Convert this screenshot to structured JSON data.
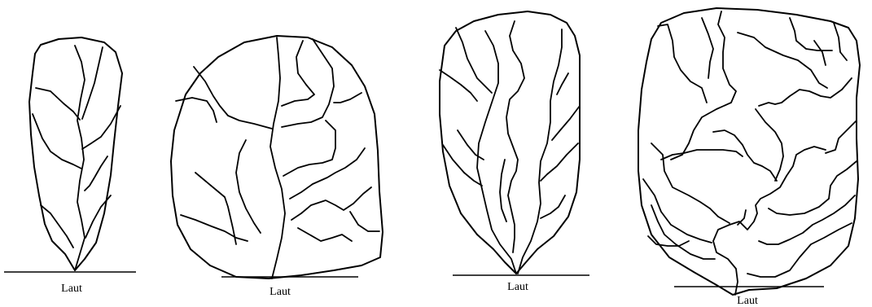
{
  "diagram": {
    "type": "drainage-basin-shapes",
    "stroke_color": "#000000",
    "background_color": "#ffffff",
    "basins": [
      {
        "shape": "elongated",
        "outlet_label": "Laut"
      },
      {
        "shape": "rounded",
        "outlet_label": "Laut"
      },
      {
        "shape": "ovate",
        "outlet_label": "Laut"
      },
      {
        "shape": "irregular-square",
        "outlet_label": "Laut"
      }
    ]
  }
}
